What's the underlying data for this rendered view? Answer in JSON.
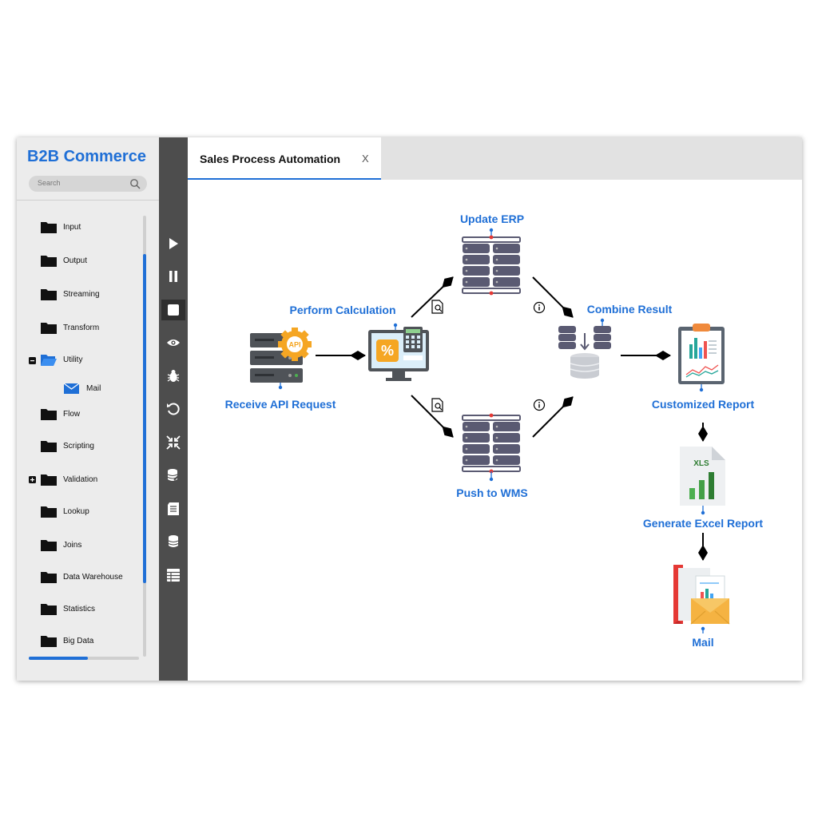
{
  "sidebar": {
    "brand": "B2B Commerce",
    "search_placeholder": "Search",
    "items": [
      {
        "label": "Input"
      },
      {
        "label": "Output"
      },
      {
        "label": "Streaming"
      },
      {
        "label": "Transform"
      },
      {
        "label": "Utility"
      },
      {
        "label": "Mail"
      },
      {
        "label": "Flow"
      },
      {
        "label": "Scripting"
      },
      {
        "label": "Validation"
      },
      {
        "label": "Lookup"
      },
      {
        "label": "Joins"
      },
      {
        "label": "Data Warehouse"
      },
      {
        "label": "Statistics"
      },
      {
        "label": "Big Data"
      }
    ]
  },
  "toolbar": {
    "tools": [
      "play-icon",
      "pause-icon",
      "stop-icon",
      "eye-icon",
      "bug-icon",
      "refresh-icon",
      "collapse-icon",
      "database-edit-icon",
      "log-icon",
      "database-icon",
      "table-icon"
    ]
  },
  "tab": {
    "title": "Sales Process Automation",
    "close": "X"
  },
  "diagram": {
    "receive_api": "Receive API Request",
    "perform_calc": "Perform Calculation",
    "update_erp": "Update ERP",
    "push_wms": "Push to WMS",
    "combine": "Combine Result",
    "customized_report": "Customized Report",
    "generate_excel": "Generate Excel Report",
    "mail": "Mail",
    "api_badge": "API",
    "xls_badge": "XLS"
  },
  "colors": {
    "accent": "#1f6fd6",
    "toolbar": "#4d4d4d",
    "server": "#5a5a72",
    "gear": "#f5a623"
  }
}
